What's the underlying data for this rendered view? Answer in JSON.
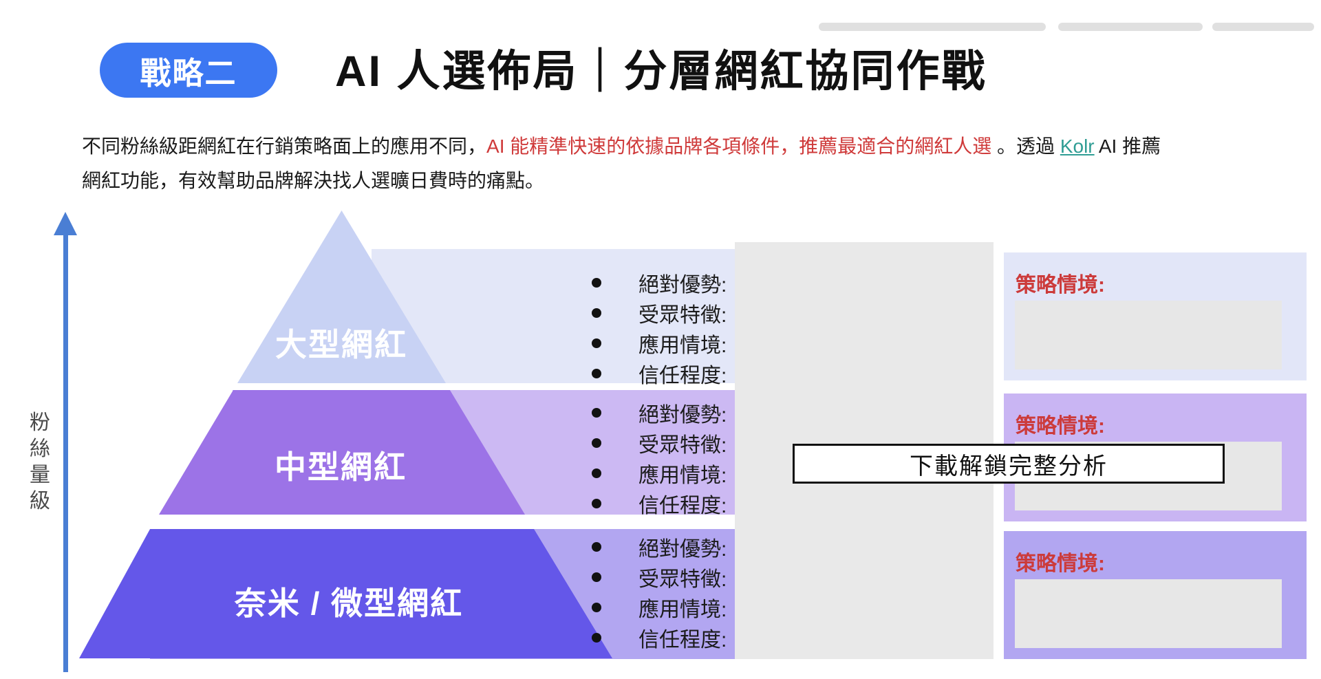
{
  "badge": {
    "label": "戰略二"
  },
  "title": "AI 人選佈局｜分層網紅協同作戰",
  "intro": {
    "line1_black1": "不同粉絲級距網紅在行銷策略面上的應用不同，",
    "line1_red": "AI 能精準快速的依據品牌各項條件，推薦最適合的網紅人選",
    "line1_black2": " 。透過 ",
    "line1_link": "Kolr",
    "line1_black3": " AI 推薦",
    "line2": "網紅功能，有效幫助品牌解決找人選曠日費時的痛點。"
  },
  "axis": {
    "label": "粉絲量級"
  },
  "pyramid": {
    "tiers": [
      {
        "label": "大型網紅",
        "bullets": [
          "絕對優勢:",
          "受眾特徵:",
          "應用情境:",
          "信任程度:"
        ]
      },
      {
        "label": "中型網紅",
        "bullets": [
          "絕對優勢:",
          "受眾特徵:",
          "應用情境:",
          "信任程度:"
        ]
      },
      {
        "label": "奈米 / 微型網紅",
        "bullets": [
          "絕對優勢:",
          "受眾特徵:",
          "應用情境:",
          "信任程度:"
        ]
      }
    ]
  },
  "panels": [
    {
      "title": "策略情境:"
    },
    {
      "title": "策略情境:"
    },
    {
      "title": "策略情境:"
    }
  ],
  "cta": {
    "label": "下載解鎖完整分析"
  },
  "colors": {
    "badge_blue": "#3c77f2",
    "accent_red": "#cf3a3a",
    "link_teal": "#2f9d94",
    "axis_blue": "#4a7ed4",
    "tier1_band": "#e3e7f8",
    "tier1_shape": "#c8d2f4",
    "tier2_band": "#ccb9f3",
    "tier2_shape": "#9c73e7",
    "tier3_band": "#b2a6f1",
    "tier3_shape": "#6457e9",
    "locked_gray": "#e9e9e9"
  }
}
